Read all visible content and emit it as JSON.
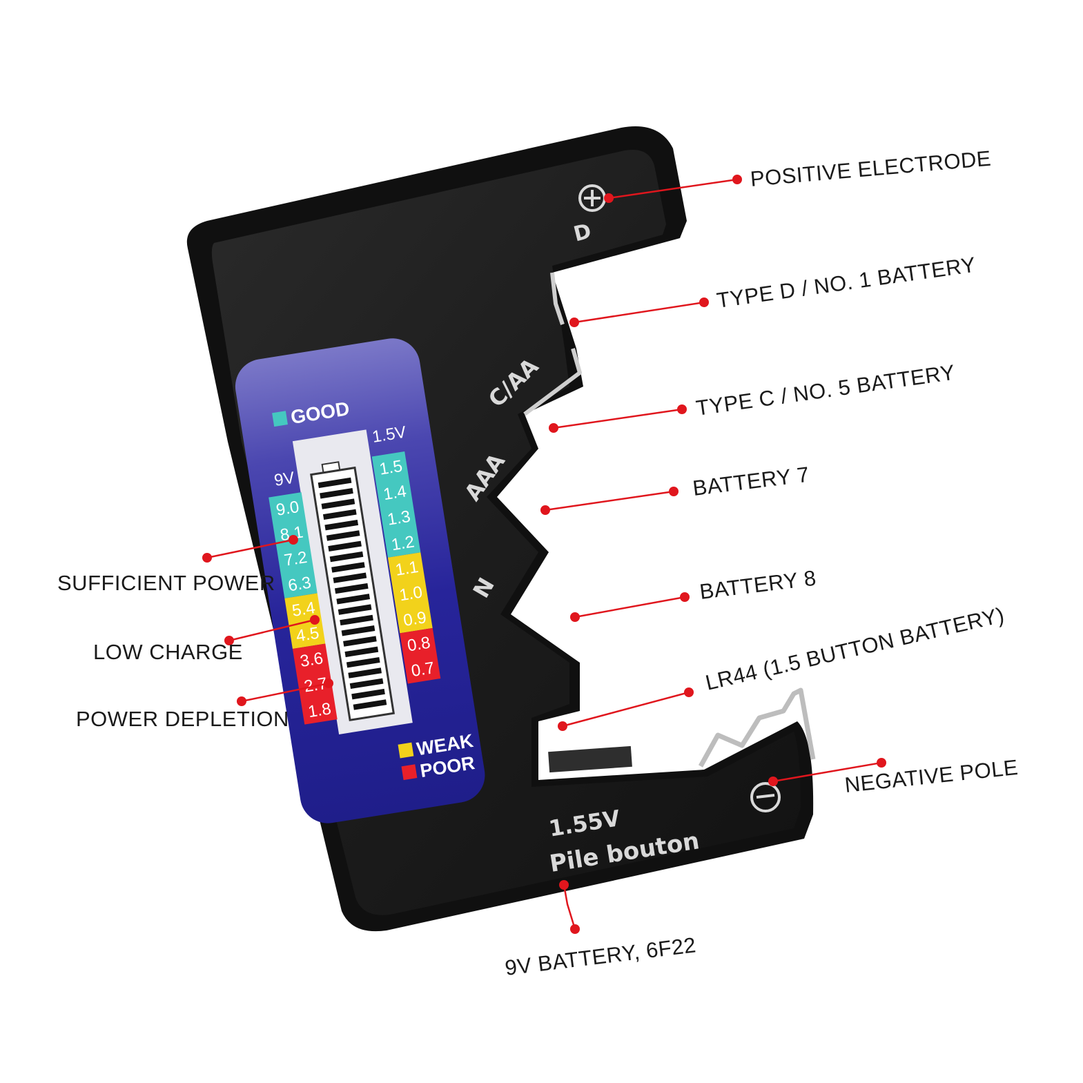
{
  "colors": {
    "body": "#1b1b1b",
    "panel_top": "#7b78c8",
    "panel_bottom": "#1f1e8a",
    "good": "#45c8c0",
    "weak": "#f2d21b",
    "poor": "#e8202a",
    "leader": "#e0161d"
  },
  "device": {
    "slot_labels": {
      "d": "D",
      "caa": "C/AA",
      "aaa": "AAA",
      "n": "N"
    },
    "button_text": {
      "line1": "1.55V",
      "line2": "Pile bouton"
    },
    "plus_symbol": "plus-in-circle-icon",
    "minus_symbol": "minus-in-circle-icon"
  },
  "meter": {
    "legend": {
      "good": "GOOD",
      "weak": "WEAK",
      "poor": "POOR"
    },
    "scale_9v": {
      "header": "9V",
      "good": [
        "9.0",
        "8.1",
        "7.2",
        "6.3"
      ],
      "low": [
        "5.4",
        "4.5"
      ],
      "poor": [
        "3.6",
        "2.7",
        "1.8"
      ]
    },
    "scale_15v": {
      "header": "1.5V",
      "good": [
        "1.5",
        "1.4",
        "1.3",
        "1.2"
      ],
      "low": [
        "1.1",
        "1.0",
        "0.9"
      ],
      "poor": [
        "0.8",
        "0.7"
      ]
    }
  },
  "callouts": {
    "positive_electrode": "POSITIVE ELECTRODE",
    "type_d": "TYPE D / NO. 1 BATTERY",
    "type_c": "TYPE C / NO. 5 BATTERY",
    "battery7": "BATTERY 7",
    "battery8": "BATTERY 8",
    "lr44": "LR44 (1.5 BUTTON BATTERY)",
    "negative_pole": "NEGATIVE POLE",
    "nine_v": "9V BATTERY, 6F22",
    "sufficient": "SUFFICIENT POWER",
    "low": "LOW CHARGE",
    "depletion": "POWER DEPLETION"
  }
}
